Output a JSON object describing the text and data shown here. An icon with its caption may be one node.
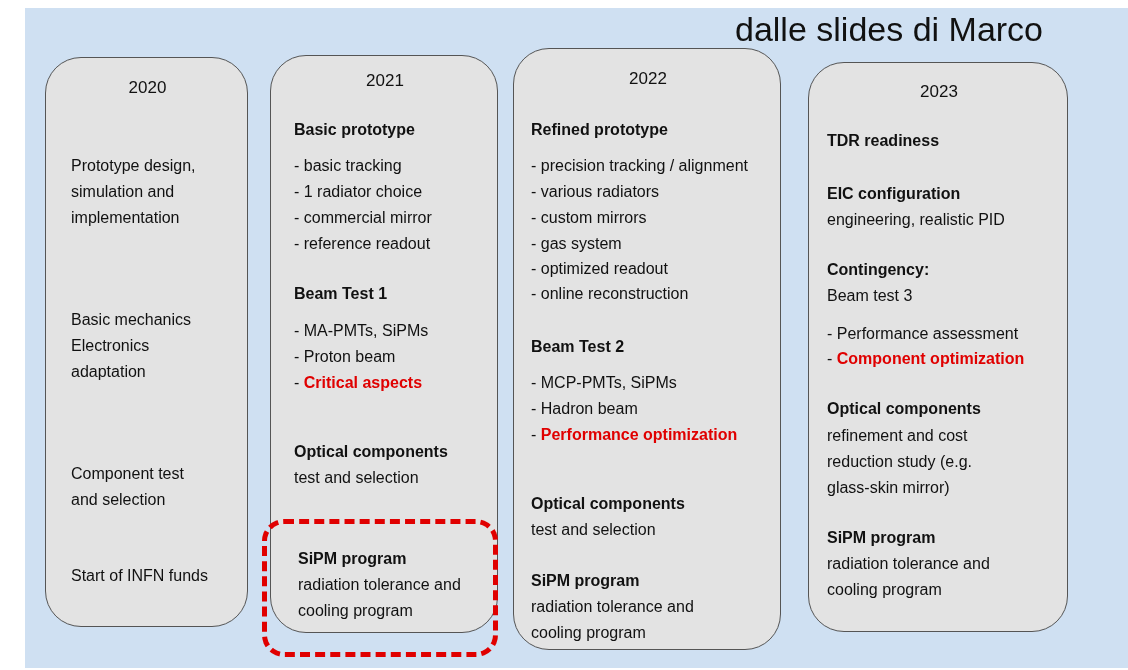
{
  "diagram": {
    "title": "dalle slides di Marco",
    "nodes": [
      {
        "text": [
          "2020",
          "Prototype design, simulation and implementation",
          "Basic mechanics",
          "Electronics adaptation",
          "Component test and selection",
          "Start of INFN funds"
        ]
      },
      {
        "text": [
          "2021",
          "Basic prototype",
          "- basic tracking",
          "- 1 radiator choice",
          "- commercial mirror",
          "- reference readout",
          "Beam Test 1",
          "- MA-PMTs, SiPMs",
          "- Proton beam",
          "- **Critical aspects**",
          "Optical components",
          "test and selection"
        ]
      },
      {
        "text": [
          "SiPM program",
          "radiation tolerance and cooling program"
        ]
      },
      {
        "text": [
          "2022",
          "Refined prototype",
          "- precision tracking / alignment",
          "- various radiators",
          "- custom mirrors",
          "- gas system",
          "- optimized readout",
          "- online reconstruction",
          "Beam Test 2",
          "- MCP-PMTs, SiPMs",
          "- Hadron beam",
          "- **Performance optimization**",
          "Optical components",
          "test and selection",
          "SiPM program",
          "radiation tolerance and cooling program"
        ]
      },
      {
        "text": [
          "2023",
          "TDR readiness",
          "EIC configuration",
          "engineering, realistic PID",
          "Contingency:",
          "Beam test 3",
          "- Performance assessment",
          "- **Component optimization**",
          "Optical components",
          "refinement and cost reduction study (e.g. glass-skin mirror)",
          "SiPM program",
          "radiation tolerance and cooling program"
        ]
      }
    ]
  }
}
